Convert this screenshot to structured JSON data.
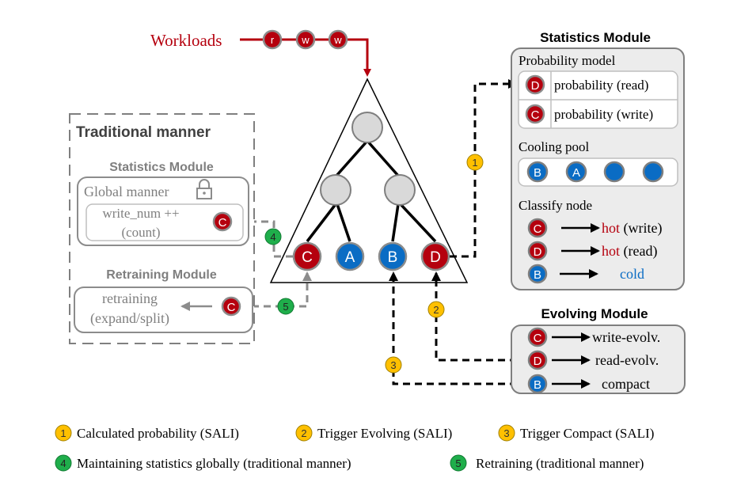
{
  "colors": {
    "hot_red": "#b5000e",
    "cold_blue": "#0a6cc4",
    "internal_grey": "#d9d9d9",
    "node_border": "#7f7f7f",
    "step_yellow": "#ffc000",
    "step_green": "#1fae4b",
    "panel_fill": "#ececec",
    "traditional_grey": "#7f7f7f"
  },
  "workloads": {
    "label": "Workloads",
    "ops": [
      "r",
      "w",
      "w"
    ]
  },
  "tree": {
    "leaves": [
      {
        "label": "C",
        "temp": "hot"
      },
      {
        "label": "A",
        "temp": "cold"
      },
      {
        "label": "B",
        "temp": "cold"
      },
      {
        "label": "D",
        "temp": "hot"
      }
    ]
  },
  "statistics_module": {
    "title": "Statistics Module",
    "probability_model": {
      "title": "Probability model",
      "rows": [
        {
          "node": "D",
          "text": "probability (read)"
        },
        {
          "node": "C",
          "text": "probability (write)"
        }
      ]
    },
    "cooling_pool": {
      "title": "Cooling pool",
      "nodes": [
        "B",
        "A",
        "",
        ""
      ]
    },
    "classify_node": {
      "title": "Classify node",
      "rows": [
        {
          "node": "C",
          "temp": "hot",
          "hot_word": "hot",
          "rest": " (write)"
        },
        {
          "node": "D",
          "temp": "hot",
          "hot_word": "hot",
          "rest": " (read)"
        },
        {
          "node": "B",
          "temp": "cold",
          "hot_word": "cold",
          "rest": ""
        }
      ]
    }
  },
  "evolving_module": {
    "title": "Evolving Module",
    "rows": [
      {
        "node": "C",
        "temp": "hot",
        "text": "write-evolv."
      },
      {
        "node": "D",
        "temp": "hot",
        "text": "read-evolv."
      },
      {
        "node": "B",
        "temp": "cold",
        "text": "compact"
      }
    ]
  },
  "traditional": {
    "title": "Traditional manner",
    "stats_title": "Statistics Module",
    "global_label": "Global manner",
    "write_num": "write_num ++",
    "count": "(count)",
    "node": "C",
    "retraining_title": "Retraining Module",
    "retraining": "retraining",
    "expand_split": "(expand/split)"
  },
  "steps": {
    "s1": "1",
    "s2": "2",
    "s3": "3",
    "s4": "4",
    "s5": "5"
  },
  "legend": [
    {
      "num": "1",
      "kind": "sali",
      "text": "Calculated probability (SALI)"
    },
    {
      "num": "2",
      "kind": "sali",
      "text": "Trigger Evolving (SALI)"
    },
    {
      "num": "3",
      "kind": "sali",
      "text": "Trigger Compact (SALI)"
    },
    {
      "num": "4",
      "kind": "traditional",
      "text": "Maintaining statistics globally (traditional manner)"
    },
    {
      "num": "5",
      "kind": "traditional",
      "text": "Retraining (traditional manner)"
    }
  ]
}
